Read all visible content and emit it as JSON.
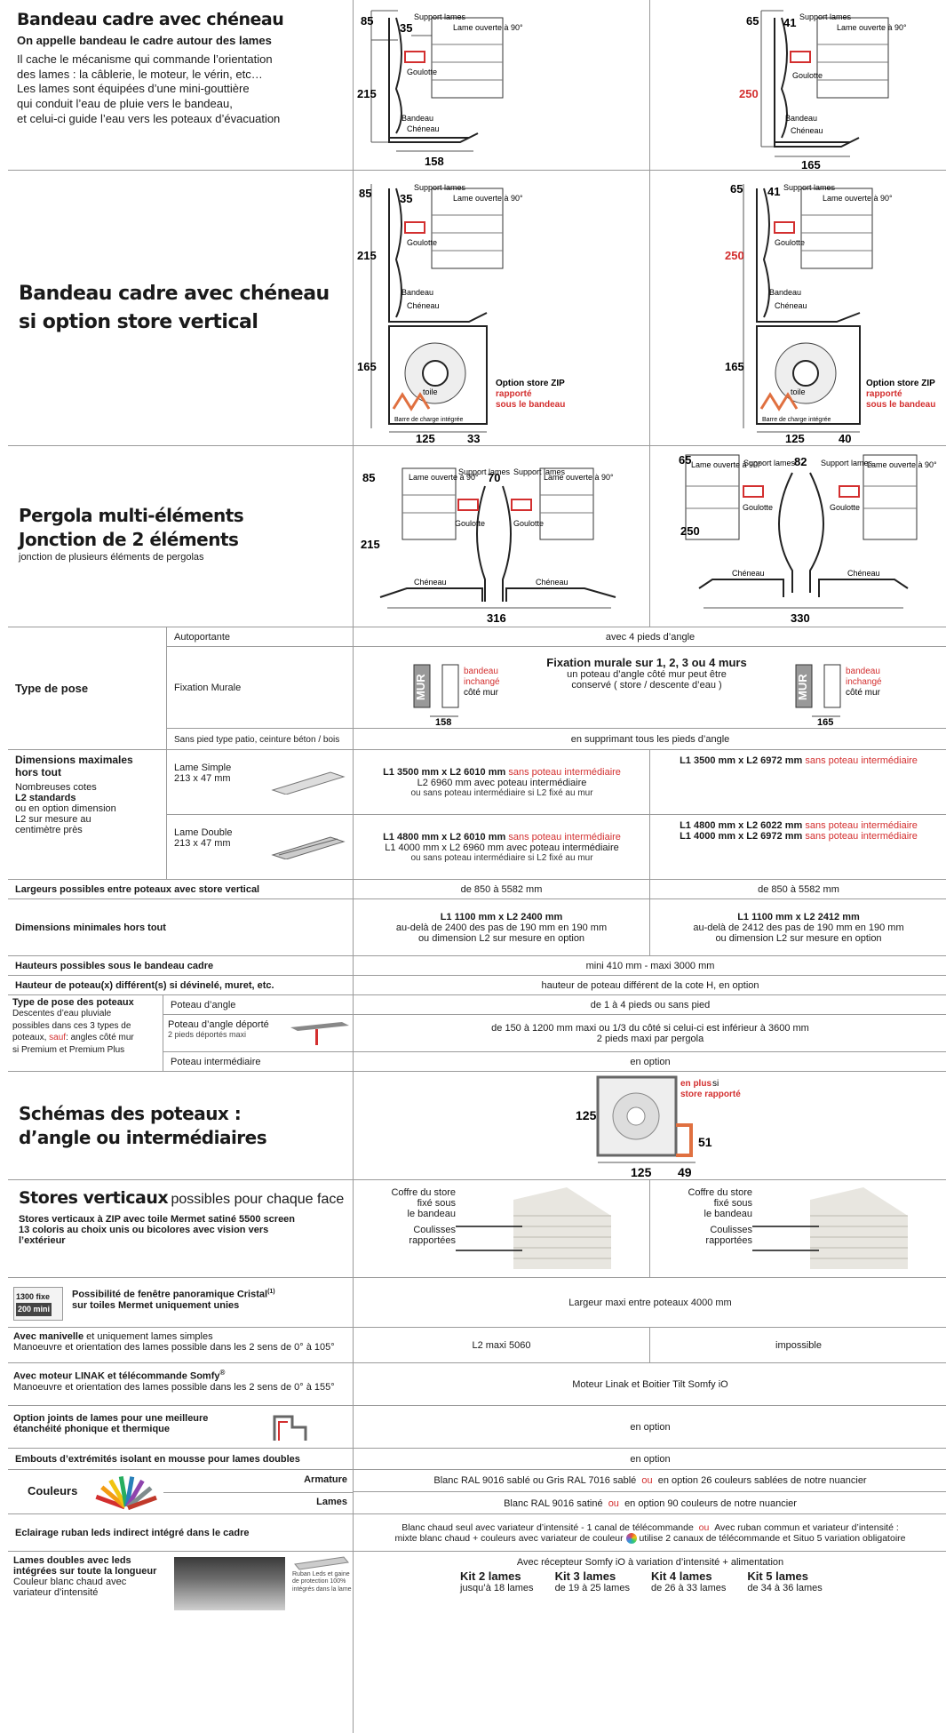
{
  "row1": {
    "title": "Bandeau cadre avec chéneau",
    "subtitle": "On appelle bandeau le cadre autour des lames",
    "desc": [
      "Il cache le mécanisme qui commande l’orientation",
      "des lames : la câblerie, le moteur, le vérin, etc…",
      "Les lames sont équipées d’une mini-gouttière",
      "qui conduit l’eau de pluie vers le bandeau,",
      "et celui-ci guide l’eau vers les poteaux d’évacuation"
    ],
    "left": {
      "h_top": "85",
      "w_small": "35",
      "h_main": "215",
      "w_total": "158"
    },
    "right": {
      "h_top": "65",
      "w_small": "41",
      "h_main": "250",
      "w_total": "165"
    }
  },
  "labels": {
    "support": "Support lames",
    "lame": "Lame ouverte à 90°",
    "goulotte": "Goulotte",
    "bandeau": "Bandeau",
    "cheneau": "Chéneau",
    "toile": "toile",
    "barre": "Barre de charge intégrée",
    "zip1": "Option store ZIP",
    "zip2": "rapporté",
    "zip3": "sous le bandeau"
  },
  "row2": {
    "title1": "Bandeau cadre avec chéneau",
    "title2": "si option store vertical",
    "left": {
      "h_top": "85",
      "w_small": "35",
      "h_main": "215",
      "h_store": "165",
      "w1": "125",
      "w2": "33"
    },
    "right": {
      "h_top": "65",
      "w_small": "41",
      "h_main": "250",
      "h_store": "165",
      "w1": "125",
      "w2": "40"
    }
  },
  "row3": {
    "title1": "Pergola multi-éléments",
    "title2": "Jonction de 2 éléments",
    "sub": "jonction de plusieurs éléments de pergolas",
    "left": {
      "h_top": "85",
      "w_mid": "70",
      "h_main": "215",
      "w_total": "316"
    },
    "right": {
      "h_top": "65",
      "w_mid": "82",
      "h_main": "250",
      "w_total": "330"
    }
  },
  "pose": {
    "label": "Type de pose",
    "auto": "Autoportante",
    "auto_val": "avec 4 pieds d’angle",
    "murale": "Fixation Murale",
    "mur": "MUR",
    "bandeau_inch": [
      "bandeau",
      "inchangé",
      "côté mur"
    ],
    "murale_title": "Fixation murale sur 1, 2, 3 ou 4 murs",
    "murale_desc": [
      "un poteau d’angle côté mur peut être",
      "conservé ( store / descente d’eau )"
    ],
    "w_left": "158",
    "w_right": "165",
    "sans": "Sans pied type patio, ceinture béton / bois",
    "sans_val": "en supprimant tous les pieds d’angle"
  },
  "dims": {
    "title": [
      "Dimensions maximales",
      "hors tout"
    ],
    "desc": [
      "Nombreuses cotes",
      "L2 standards",
      "ou en option dimension",
      "L2 sur mesure au",
      "centimètre près"
    ],
    "simple": [
      "Lame Simple",
      "213 x 47 mm"
    ],
    "double": [
      "Lame Double",
      "213 x 47 mm"
    ],
    "simple_left": [
      "L1 3500 mm x L2 6010 mm",
      "sans poteau intermédiaire",
      "L2 6960 mm avec poteau intermédiaire",
      "ou sans poteau intermédiaire si L2 fixé au mur"
    ],
    "simple_right": [
      "L1 3500 mm x L2 6972 mm",
      "sans poteau intermédiaire"
    ],
    "double_left": [
      "L1 4800 mm x L2 6010 mm",
      "sans poteau intermédiaire",
      "L1 4000 mm x L2 6960 mm avec poteau intermédiaire",
      "ou sans poteau intermédiaire si L2 fixé au mur"
    ],
    "double_right": [
      "L1 4800 mm x L2 6022 mm",
      "sans poteau intermédiaire",
      "L1 4000 mm x L2 6972 mm",
      "sans poteau intermédiaire"
    ]
  },
  "largeurs": {
    "label": "Largeurs possibles entre poteaux avec store vertical",
    "left": "de 850 à 5582 mm",
    "right": "de 850 à 5582 mm"
  },
  "dimmin": {
    "label": "Dimensions minimales hors tout",
    "left": [
      "L1 1100 mm x L2 2400 mm",
      "au-delà de 2400 des pas de 190 mm en 190 mm",
      "ou dimension L2 sur mesure en option"
    ],
    "right": [
      "L1 1100 mm x L2 2412 mm",
      "au-delà de 2412 des pas de 190 mm en 190 mm",
      "ou dimension L2 sur mesure en option"
    ]
  },
  "hauteurs": {
    "label": "Hauteurs possibles sous le bandeau cadre",
    "val": "mini 410 mm - maxi 3000 mm"
  },
  "hpoteau": {
    "label": "Hauteur de poteau(x) différent(s) si dévinelé, muret, etc.",
    "val": "hauteur de poteau différent de la cote H, en option"
  },
  "poteaux": {
    "title": "Type de pose des poteaux",
    "desc": [
      "Descentes d’eau pluviale",
      "possibles dans ces 3 types de",
      "poteaux,",
      "sauf",
      ": angles côté mur",
      "si Premium et Premium Plus"
    ],
    "angle": "Poteau d’angle",
    "angle_val": "de 1 à 4 pieds ou sans pied",
    "deporte": "Poteau d’angle déporté",
    "deporte_sub": "2 pieds déportés maxi",
    "deporte_val": [
      "de 150 à 1200 mm maxi ou 1/3 du côté si celui-ci est inférieur à 3600 mm",
      "2 pieds maxi par pergola"
    ],
    "inter": "Poteau intermédiaire",
    "inter_val": "en option"
  },
  "schemas": {
    "title1": "Schémas des poteaux :",
    "title2": "d’angle ou intermédiaires",
    "enplus": "en plus",
    "si": "si",
    "store": "store rapporté",
    "d125a": "125",
    "d125b": "125",
    "d51": "51",
    "d49": "49"
  },
  "stores": {
    "title_b": "Stores verticaux",
    "title_n": "possibles pour chaque face",
    "desc": [
      "Stores verticaux à ZIP avec toile Mermet satiné 5500 screen",
      "13 coloris au choix unis ou bicolores avec vision vers",
      "l’extérieur"
    ],
    "coffre": [
      "Coffre du store",
      "fixé sous",
      "le bandeau"
    ],
    "coulisses": [
      "Coulisses",
      "rapportées"
    ]
  },
  "cristal": {
    "text1": "Possibilité de fenêtre panoramique Cristal",
    "sup": "(1)",
    "text2": "sur toiles Mermet uniquement unies",
    "fixe": "1300 fixe",
    "mini": "200 mini",
    "val": "Largeur maxi entre poteaux 4000 mm"
  },
  "manivelle": {
    "title_b": "Avec manivelle",
    "title_n": "et uniquement lames simples",
    "desc": "Manoeuvre et orientation des lames possible dans les 2 sens de 0° à 105°",
    "left": "L2 maxi 5060",
    "right": "impossible"
  },
  "moteur": {
    "title": "Avec moteur LINAK et télécommande Somfy",
    "reg": "®",
    "desc": "Manoeuvre et orientation des lames possible dans les 2 sens de 0° à 155°",
    "val": "Moteur Linak et Boitier Tilt Somfy iO"
  },
  "joints": {
    "label": [
      "Option joints de lames pour une meilleure",
      "étanchéité phonique et thermique"
    ],
    "val": "en option"
  },
  "embouts": {
    "label": "Embouts d’extrémités isolant en mousse pour lames doubles",
    "val": "en option"
  },
  "couleurs": {
    "label": "Couleurs",
    "armature": "Armature",
    "armature_val": [
      "Blanc RAL 9016 sablé ou Gris RAL 7016 sablé",
      "ou",
      "en option 26 couleurs sablées de notre nuancier"
    ],
    "lames": "Lames",
    "lames_val": [
      "Blanc RAL 9016 satiné",
      "ou",
      "en option 90 couleurs de notre nuancier"
    ]
  },
  "eclairage": {
    "label": "Eclairage ruban leds indirect intégré dans le cadre",
    "val1a": "Blanc chaud seul avec variateur d’intensité - 1 canal de télécommande",
    "ou": "ou",
    "val1b": "Avec ruban commun et variateur d’intensité :",
    "val2a": "mixte blanc chaud + couleurs avec variateur de couleur",
    "val2b": "utilise 2 canaux de télécommande et Situo 5 variation obligatoire"
  },
  "doubles": {
    "title": [
      "Lames doubles avec leds",
      "intégrées sur toute la longueur"
    ],
    "desc": [
      "Couleur blanc chaud avec",
      "variateur d’intensité"
    ],
    "ruban": [
      "Ruban Leds et gaine",
      "de protection 100%",
      "intégrés dans la lame"
    ],
    "recepteur": "Avec récepteur Somfy iO à variation d’intensité + alimentation",
    "kits": [
      {
        "name": "Kit 2 lames",
        "range": "jusqu’à 18 lames"
      },
      {
        "name": "Kit 3 lames",
        "range": "de 19 à 25 lames"
      },
      {
        "name": "Kit 4 lames",
        "range": "de 26 à 33 lames"
      },
      {
        "name": "Kit 5 lames",
        "range": "de 34 à 36 lames"
      }
    ]
  }
}
